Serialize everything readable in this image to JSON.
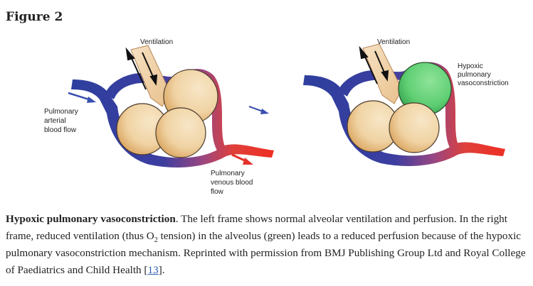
{
  "figure": {
    "heading": "Figure 2",
    "labels": {
      "ventilation_left": "Ventilation",
      "ventilation_right": "Ventilation",
      "pulmonary_arterial": [
        "Pulmonary",
        "arterial",
        "blood flow"
      ],
      "pulmonary_venous": [
        "Pulmonary",
        "venous blood",
        "flow"
      ],
      "hypoxic": [
        "Hypoxic",
        "pulmonary",
        "vasoconstriction"
      ]
    },
    "colors": {
      "artery_blue": "#2d3f9e",
      "vein_red": "#e63a2a",
      "alveolus": "#f0d3a4",
      "hypoxic_alveolus": "#5fcf73",
      "airway": "#f2d6b0",
      "arrow_blue": "#3a4fb0",
      "arrow_red": "#e4322b"
    }
  },
  "caption": {
    "title": "Hypoxic pulmonary vasoconstriction",
    "text_1": ". The left frame shows normal alveolar ventilation and perfusion. In the right frame, reduced ventilation (thus O",
    "sub": "2",
    "text_2": " tension) in the alveolus (green) leads to a reduced perfusion because of the hypoxic pulmonary vasoconstriction mechanism. Reprinted with permission from BMJ Publishing Group Ltd and Royal College of Paediatrics and Child Health [",
    "ref": "13",
    "text_3": "]."
  }
}
